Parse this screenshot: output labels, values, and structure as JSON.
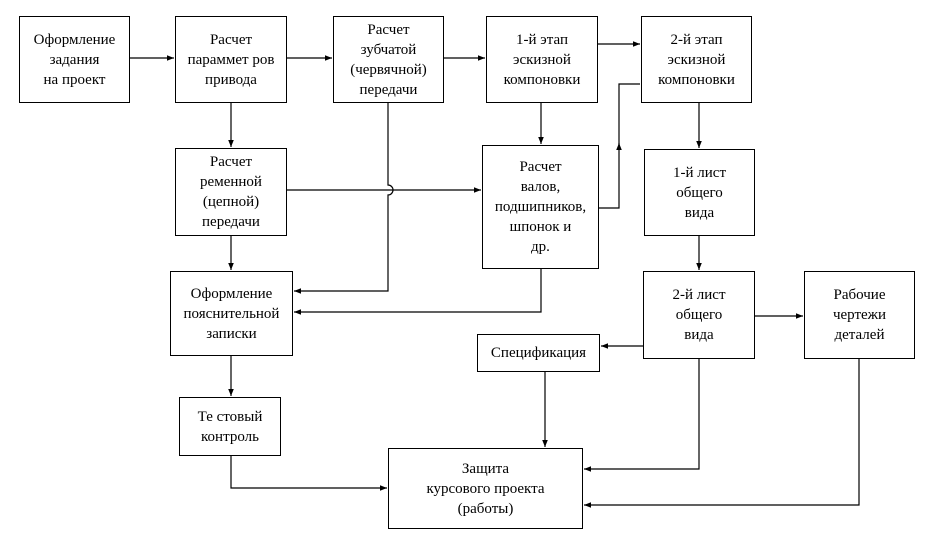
{
  "nodes": {
    "task": {
      "label": "Оформление\nзадания\nна проект"
    },
    "drive": {
      "label": "Расчет\nпараммет ров\nпривода"
    },
    "gear": {
      "label": "Расчет\nзубчатой\n(червячной)\nпередачи"
    },
    "sketch1": {
      "label": "1-й этап\nэскизной\nкомпоновки"
    },
    "sketch2": {
      "label": "2-й этап\nэскизной\nкомпоновки"
    },
    "belt": {
      "label": "Расчет\nременной\n(цепной)\nпередачи"
    },
    "shafts": {
      "label": "Расчет\nвалов,\nподшипников,\nшпонок и\nдр."
    },
    "sheet1": {
      "label": "1-й лист\nобщего\nвида"
    },
    "notes": {
      "label": "Оформление\nпояснительной\nзаписки"
    },
    "sheet2": {
      "label": "2-й лист\nобщего\nвида"
    },
    "workdraw": {
      "label": "Рабочие\nчертежи\nдеталей"
    },
    "spec": {
      "label": "Спецификация"
    },
    "test": {
      "label": "Те стовый\nконтроль"
    },
    "defense": {
      "label": "Защита\nкурсового проекта\n(работы)"
    }
  }
}
